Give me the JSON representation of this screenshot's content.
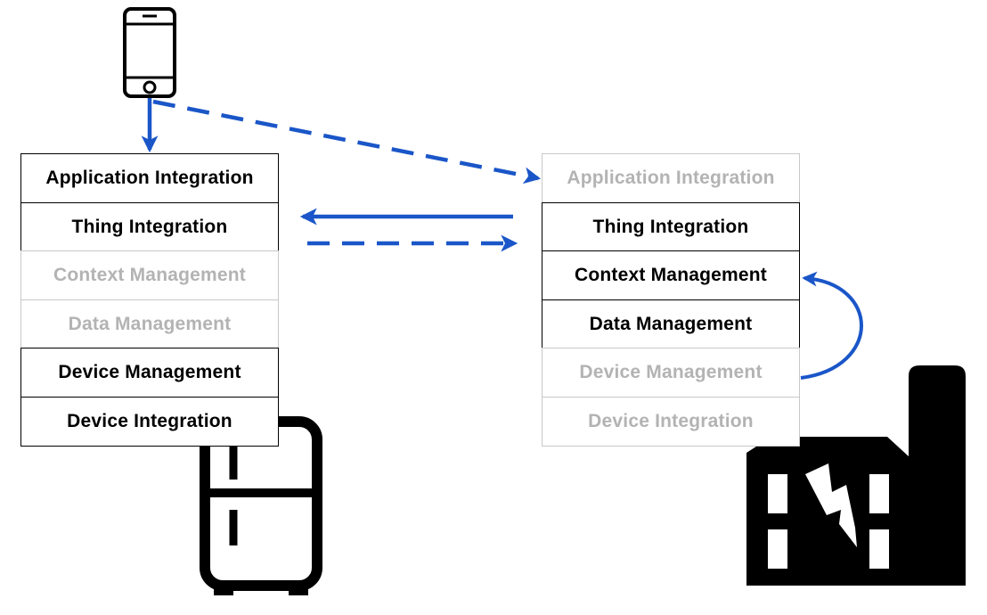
{
  "colors": {
    "arrow": "#1a56c8",
    "active_text": "#000000",
    "inactive_text": "#b3b3b3",
    "active_border": "#000000",
    "inactive_border": "#c8c8c8",
    "icon": "#000000"
  },
  "icons": {
    "phone": "smartphone-icon",
    "fridge": "refrigerator-icon",
    "factory": "factory-icon",
    "lightning": "lightning-bolt-icon"
  },
  "left_stack": {
    "layers": [
      {
        "label": "Application Integration",
        "state": "active"
      },
      {
        "label": "Thing Integration",
        "state": "active"
      },
      {
        "label": "Context Management",
        "state": "inactive"
      },
      {
        "label": "Data Management",
        "state": "inactive"
      },
      {
        "label": "Device Management",
        "state": "active"
      },
      {
        "label": "Device Integration",
        "state": "active"
      }
    ]
  },
  "right_stack": {
    "layers": [
      {
        "label": "Application Integration",
        "state": "inactive"
      },
      {
        "label": "Thing Integration",
        "state": "active"
      },
      {
        "label": "Context Management",
        "state": "active"
      },
      {
        "label": "Data Management",
        "state": "active"
      },
      {
        "label": "Device Management",
        "state": "inactive"
      },
      {
        "label": "Device Integration",
        "state": "inactive"
      }
    ]
  },
  "connections": [
    {
      "from": "phone",
      "to": "left-application-integration",
      "style": "solid"
    },
    {
      "from": "phone",
      "to": "right-application-integration",
      "style": "dashed"
    },
    {
      "from": "right-thing-integration",
      "to": "left-thing-integration",
      "style": "solid"
    },
    {
      "from": "left-thing-integration",
      "to": "right-thing-integration",
      "style": "dashed"
    },
    {
      "from": "right-device-management",
      "to": "right-context-management",
      "style": "solid-curved"
    }
  ]
}
